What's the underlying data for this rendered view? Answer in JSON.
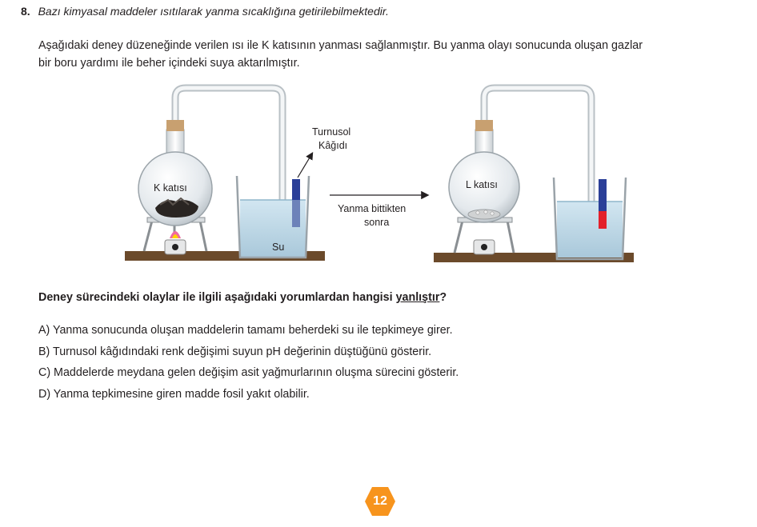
{
  "question": {
    "number": "8.",
    "title": "Bazı kimyasal maddeler ısıtılarak yanma sıcaklığına getirilebilmektedir.",
    "intro_lines": [
      "Aşağıdaki deney düzeneğinde verilen ısı ile K katısının yanması sağlanmıştır. Bu yanma olayı  sonucunda oluşan gazlar",
      "bir boru yardımı ile beher içindeki suya aktarılmıştır."
    ],
    "prompt_before": "Deney sürecindeki olaylar ile ilgili aşağıdaki yorumlardan hangisi ",
    "prompt_underlined": "yanlıştır",
    "prompt_after": "?"
  },
  "figure": {
    "k_label": "K katısı",
    "litmus_label_line1": "Turnusol",
    "litmus_label_line2": "Kâğıdı",
    "water_label": "Su",
    "arrow_label_line1": "Yanma bittikten",
    "arrow_label_line2": "sonra",
    "l_label": "L katısı",
    "colors": {
      "litmus_blue": "#2b3f98",
      "litmus_red": "#e3202a",
      "water": "#b9d7e8",
      "wood": "#6b4a2b",
      "cork": "#c8a070",
      "ash": "#2a2522",
      "flame": "#f06aa0"
    }
  },
  "options": [
    "A) Yanma sonucunda oluşan maddelerin tamamı beherdeki su ile tepkimeye girer.",
    "B) Turnusol kâğıdındaki renk değişimi suyun pH değerinin düştüğünü gösterir.",
    "C) Maddelerde meydana gelen değişim asit yağmurlarının oluşma sürecini gösterir.",
    "D) Yanma tepkimesine giren madde fosil yakıt olabilir."
  ],
  "page_number": "12",
  "page_badge_color": "#f7941d"
}
